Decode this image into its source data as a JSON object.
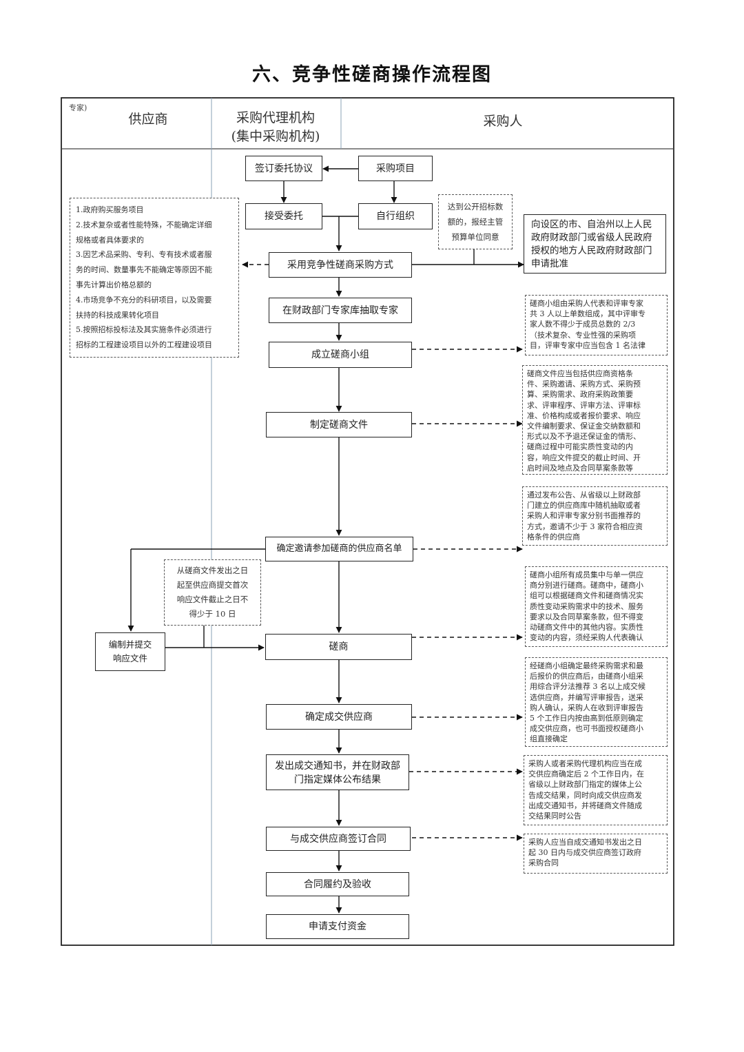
{
  "title": "六、竞争性磋商操作流程图",
  "lanes": {
    "corner": "专家)",
    "supplier": "供应商",
    "agency_line1": "采购代理机构",
    "agency_line2": "(集中采购机构)",
    "purchaser": "采购人"
  },
  "steps": {
    "sign_agreement": "签订委托协议",
    "purchase_project": "采购项目",
    "accept_entrust": "接受委托",
    "self_organize": "自行组织",
    "adopt_method": "采用竞争性磋商采购方式",
    "draw_experts": "在财政部门专家库抽取专家",
    "form_panel": "成立磋商小组",
    "prepare_docs": "制定磋商文件",
    "confirm_list": "确定邀请参加磋商的供应商名单",
    "submit_response": [
      "编制并提交",
      "响应文件"
    ],
    "negotiate": "磋商",
    "confirm_winner": "确定成交供应商",
    "issue_notice": [
      "发出成交通知书，并在财政部",
      "门指定媒体公布结果"
    ],
    "sign_contract": "与成交供应商签订合同",
    "performance": "合同履约及验收",
    "apply_payment": "申请支付资金"
  },
  "approval_box": [
    "向设区的市、自治州以上人民",
    "政府财政部门或省级人民政府",
    "授权的地方人民政府财政部门",
    "申请批准"
  ],
  "public_tender_note": [
    "达到公开招标数",
    "额的，报经主管",
    "预算单位同意"
  ],
  "applicable_cases": [
    "1.政府购买服务项目",
    "2.技术复杂或者性能特殊，不能确定详细",
    "规格或者具体要求的",
    "3.因艺术品采购、专利、专有技术或者服",
    "务的时间、数量事先不能确定等原因不能",
    "事先计算出价格总额的",
    "4.市场竞争不充分的科研项目，以及需要",
    "扶持的科技成果转化项目",
    "5.按照招标投标法及其实施条件必须进行",
    "招标的工程建设项目以外的工程建设项目"
  ],
  "deadline_note": [
    "从磋商文件发出之日",
    "起至供应商提交首次",
    "响应文件截止之日不",
    "得少于 10 日"
  ],
  "notes": {
    "panel": [
      "磋商小组由采购人代表和评审专家",
      "共 3 人以上单数组成，其中评审专",
      "家人数不得少于成员总数的 2/3",
      "（技术复杂、专业性强的采购项",
      "目，评审专家中应当包含 1 名法律"
    ],
    "docs": [
      "磋商文件应当包括供应商资格条",
      "件、采购邀请、采购方式、采购预",
      "算、采购需求、政府采购政策要",
      "求、评审程序、评审方法、评审标",
      "准、价格构成或者报价要求、响应",
      "文件编制要求、保证金交纳数额和",
      "形式以及不予退还保证金的情形、",
      "磋商过程中可能实质性变动的内",
      "容，响应文件提交的截止时间、开",
      "启时间及地点及合同草案条款等"
    ],
    "list": [
      "通过发布公告、从省级以上财政部",
      "门建立的供应商库中随机抽取或者",
      "采购人和评审专家分别书面推荐的",
      "方式，邀请不少于 3 家符合相应资",
      "格条件的供应商"
    ],
    "negotiate": [
      "磋商小组所有成员集中与单一供应",
      "商分别进行磋商。磋商中，磋商小",
      "组可以根据磋商文件和磋商情况实",
      "质性变动采购需求中的技术、服务",
      "要求以及合同草案条款，但不得变",
      "动磋商文件中的其他内容。实质性",
      "变动的内容，须经采购人代表确认"
    ],
    "winner": [
      "经磋商小组确定最终采购需求和最",
      "后报价的供应商后，由磋商小组采",
      "用综合评分法推荐 3 名以上成交候",
      "选供应商，并编写评审报告，送采",
      "购人确认，采购人在收到评审报告",
      "5 个工作日内按由高到低原则确定",
      "成交供应商，也可书面授权磋商小",
      "组直接确定"
    ],
    "notice": [
      "采购人或者采购代理机构应当在成",
      "交供应商确定后 2 个工作日内，在",
      "省级以上财政部门指定的媒体上公",
      "告成交结果，同时向成交供应商发",
      "出成交通知书，并将磋商文件随成",
      "交结果同时公告"
    ],
    "contract": [
      "采购人应当自成交通知书发出之日",
      "起 30 日内与成交供应商签订政府",
      "采购合同"
    ]
  }
}
